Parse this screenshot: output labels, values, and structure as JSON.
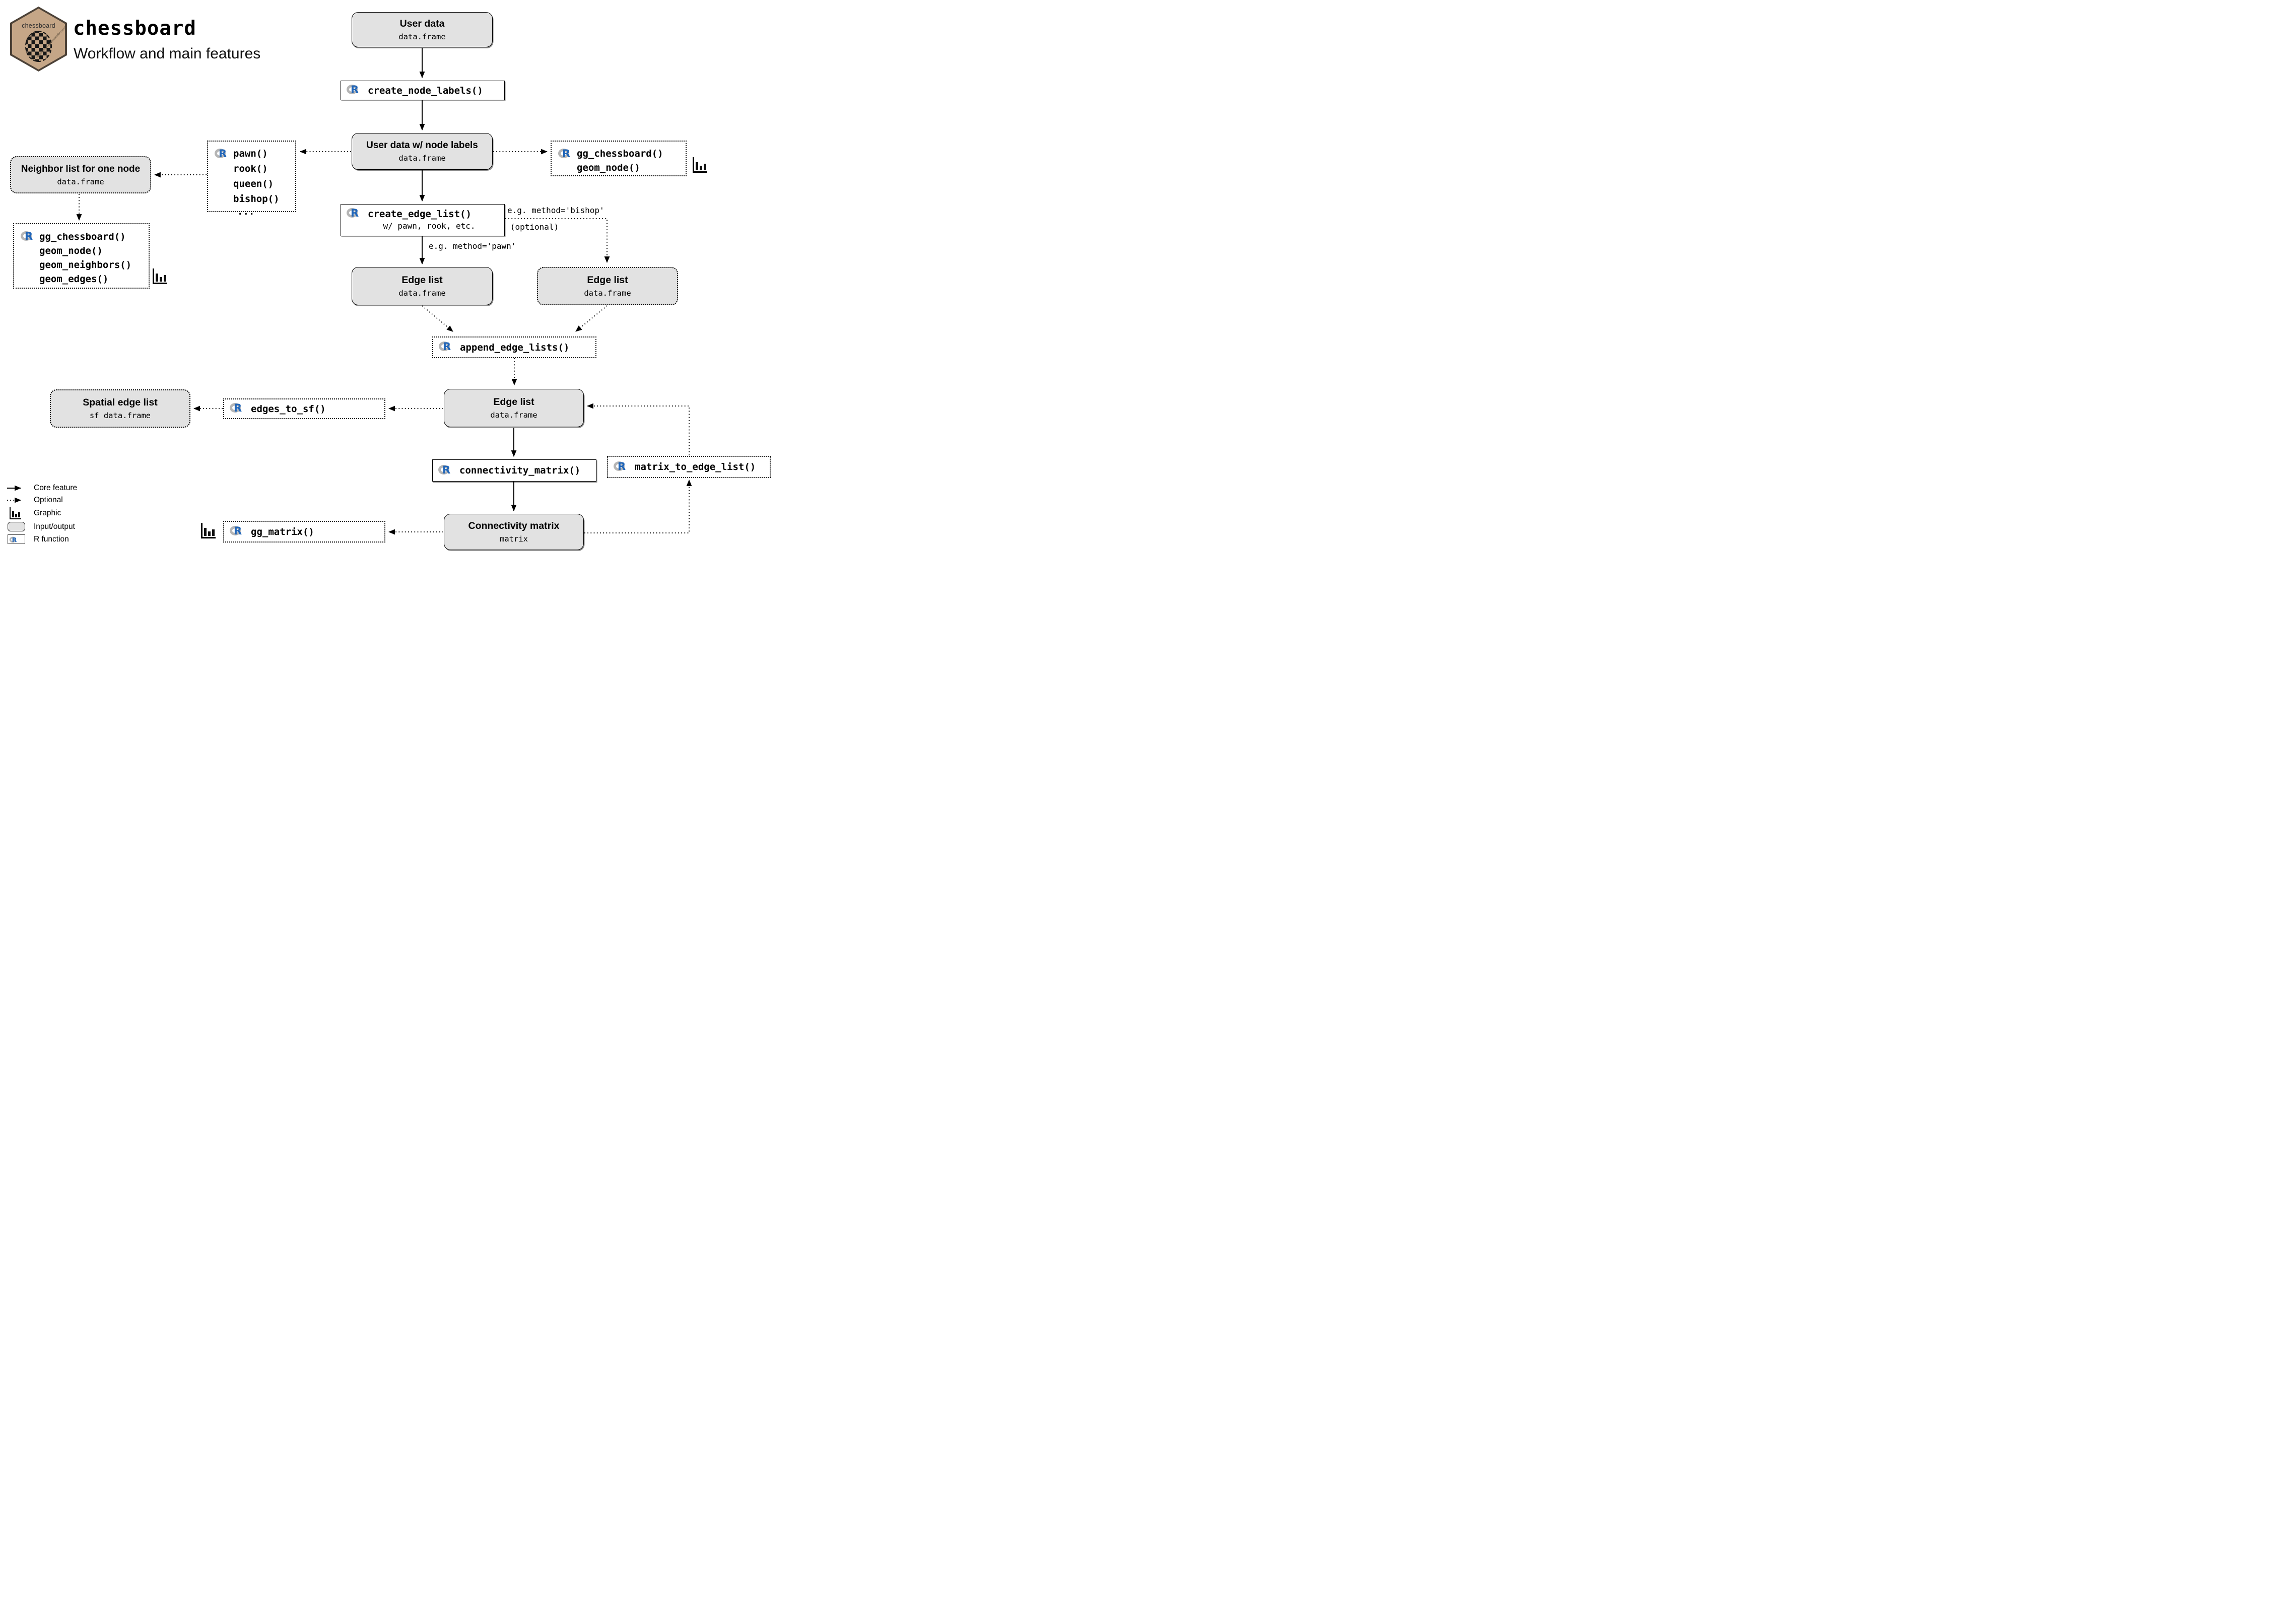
{
  "header": {
    "logo_label": "chessboard",
    "logo_url": "https://github.com/frbcesab/chessboard",
    "title": "chessboard",
    "subtitle": "Workflow and main features"
  },
  "icons": {
    "r_letter": "R"
  },
  "colors": {
    "io_fill": "#e2e2e2",
    "line": "#000000",
    "r_blue": "#2065b8",
    "r_ring_gray": "#b5b5b5",
    "hex_fill": "#c5a687",
    "hex_border": "#4c4238"
  },
  "nodes": {
    "user_data": {
      "title": "User data",
      "type": "data.frame"
    },
    "create_node_labels": {
      "label": "create_node_labels()"
    },
    "user_data_labels": {
      "title": "User data w/ node labels",
      "type": "data.frame"
    },
    "moves": {
      "lines": [
        "pawn()",
        "rook()",
        "queen()",
        "bishop()",
        "..."
      ]
    },
    "gg_node_right": {
      "lines": [
        "gg_chessboard()",
        "geom_node()"
      ]
    },
    "neighbor_list": {
      "title": "Neighbor list for one node",
      "type": "data.frame"
    },
    "gg_full_left": {
      "lines": [
        "gg_chessboard()",
        "geom_node()",
        "geom_neighbors()",
        "geom_edges()"
      ]
    },
    "create_edge_list": {
      "label": "create_edge_list()",
      "note": "w/ pawn, rook, etc."
    },
    "edge_list_left": {
      "title": "Edge list",
      "type": "data.frame"
    },
    "edge_list_right": {
      "title": "Edge list",
      "type": "data.frame"
    },
    "append_edge_lists": {
      "label": "append_edge_lists()"
    },
    "edge_list_main": {
      "title": "Edge list",
      "type": "data.frame"
    },
    "edges_to_sf": {
      "label": "edges_to_sf()"
    },
    "spatial_edge_list": {
      "title": "Spatial edge list",
      "type": "sf data.frame"
    },
    "connectivity_matrix_fn": {
      "label": "connectivity_matrix()"
    },
    "connectivity_matrix_io": {
      "title": "Connectivity matrix",
      "type": "matrix"
    },
    "gg_matrix": {
      "label": "gg_matrix()"
    },
    "matrix_to_edge_list": {
      "label": "matrix_to_edge_list()"
    }
  },
  "edge_labels": {
    "bishop": "e.g. method='bishop'",
    "optional": "(optional)",
    "pawn": "e.g. method='pawn'"
  },
  "legend": {
    "items": [
      {
        "type": "solid-arrow",
        "label": "Core feature"
      },
      {
        "type": "dotted-arrow",
        "label": "Optional"
      },
      {
        "type": "graphic",
        "label": "Graphic"
      },
      {
        "type": "input-output",
        "label": "Input/output"
      },
      {
        "type": "r-function",
        "label": "R function"
      }
    ]
  }
}
